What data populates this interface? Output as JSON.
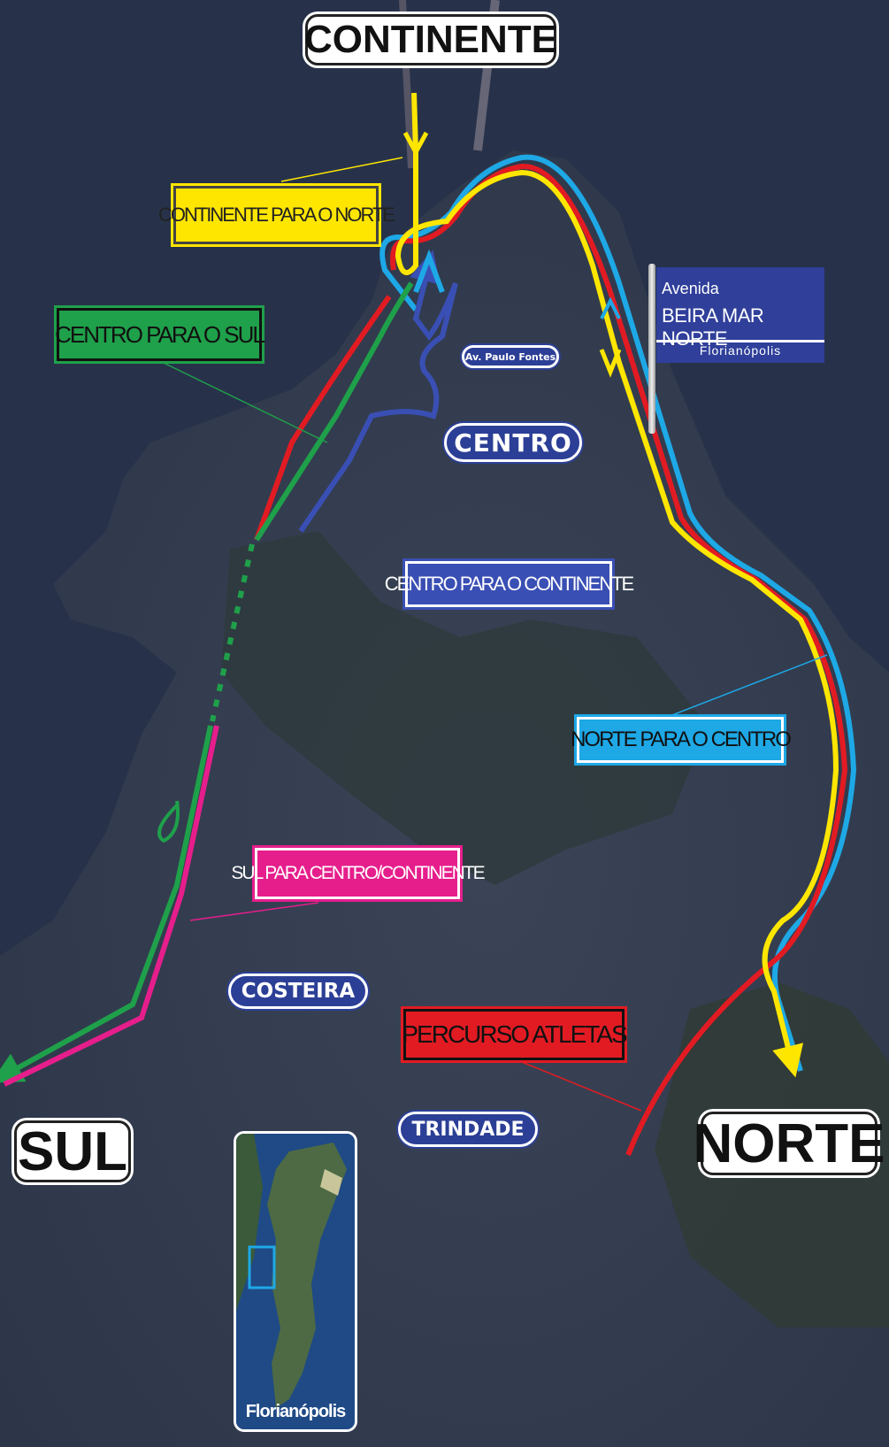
{
  "regions": {
    "continente": "CONTINENTE",
    "sul": "SUL",
    "norte": "NORTE"
  },
  "legend": {
    "continente_norte": {
      "text": "CONTINENTE PARA O NORTE",
      "color": "#ffe600"
    },
    "centro_sul": {
      "text": "CENTRO PARA O SUL",
      "color": "#1fa04a"
    },
    "centro_continente": {
      "text": "CENTRO PARA O CONTINENTE",
      "color": "#3a4fb4"
    },
    "norte_centro": {
      "text": "NORTE PARA O CENTRO",
      "color": "#1ea8e6"
    },
    "sul_centro": {
      "text": "SUL PARA CENTRO/CONTINENTE",
      "color": "#e61e8c"
    },
    "atletas": {
      "text": "PERCURSO ATLETAS",
      "color": "#e21b23"
    }
  },
  "neighborhoods": {
    "paulo_fontes": "Av. Paulo Fontes",
    "centro": "CENTRO",
    "costeira": "COSTEIRA",
    "trindade": "TRINDADE"
  },
  "street_sign": {
    "line1": "Avenida",
    "line2": "BEIRA MAR NORTE",
    "line3": "Florianópolis"
  },
  "inset_map": {
    "caption": "Florianópolis"
  }
}
